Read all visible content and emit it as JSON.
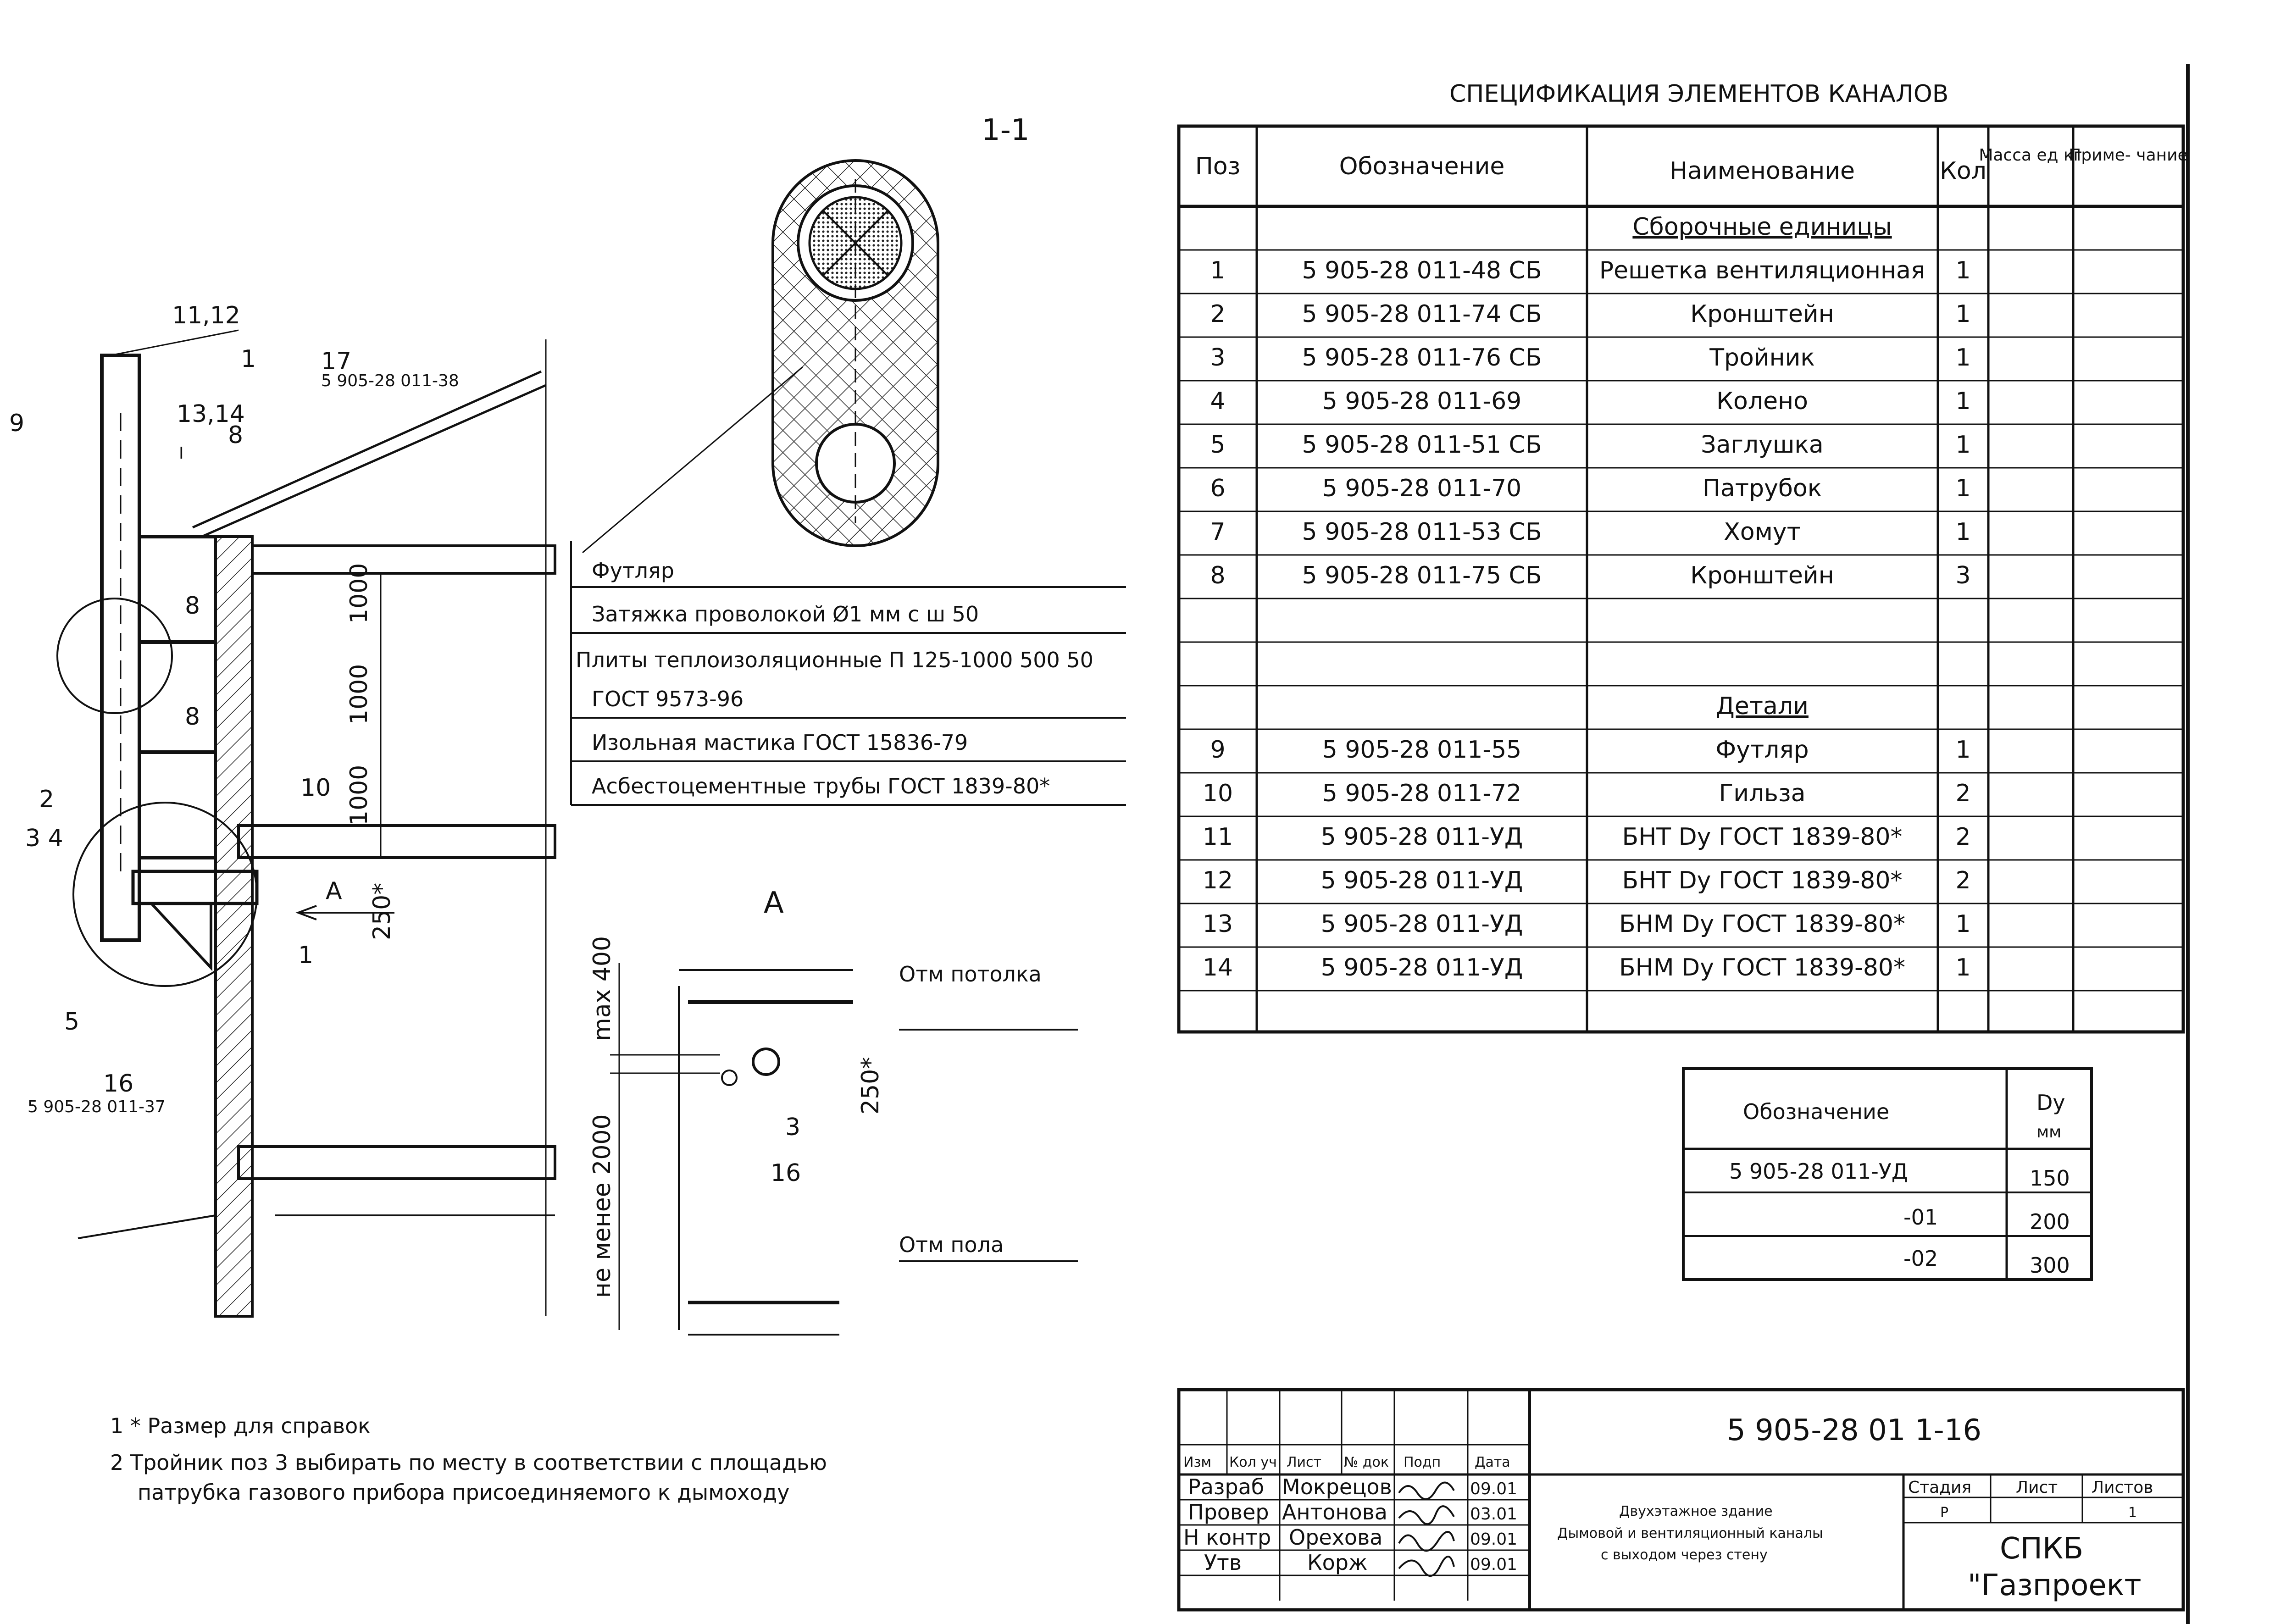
{
  "section_label": "1-1",
  "view_label": "A",
  "spec": {
    "title": "СПЕЦИФИКАЦИЯ ЭЛЕМЕНТОВ КАНАЛОВ",
    "headers": [
      "Поз",
      "Обозначение",
      "Наименование",
      "Кол",
      "Масса ед кг",
      "Приме- чание"
    ],
    "group_assembly": "Сборочные единицы",
    "group_details": "Детали",
    "rows": [
      {
        "pos": "1",
        "code": "5 905-28 011-48 СБ",
        "name": "Решетка вентиляционная",
        "qty": "1"
      },
      {
        "pos": "2",
        "code": "5 905-28 011-74 СБ",
        "name": "Кронштейн",
        "qty": "1"
      },
      {
        "pos": "3",
        "code": "5 905-28 011-76 СБ",
        "name": "Тройник",
        "qty": "1"
      },
      {
        "pos": "4",
        "code": "5 905-28 011-69",
        "name": "Колено",
        "qty": "1"
      },
      {
        "pos": "5",
        "code": "5 905-28 011-51 СБ",
        "name": "Заглушка",
        "qty": "1"
      },
      {
        "pos": "6",
        "code": "5 905-28 011-70",
        "name": "Патрубок",
        "qty": "1"
      },
      {
        "pos": "7",
        "code": "5 905-28 011-53 СБ",
        "name": "Хомут",
        "qty": "1"
      },
      {
        "pos": "8",
        "code": "5 905-28 011-75 СБ",
        "name": "Кронштейн",
        "qty": "3"
      }
    ],
    "detail_rows": [
      {
        "pos": "9",
        "code": "5 905-28 011-55",
        "name": "Футляр",
        "qty": "1"
      },
      {
        "pos": "10",
        "code": "5 905-28 011-72",
        "name": "Гильза",
        "qty": "2"
      },
      {
        "pos": "11",
        "code": "5 905-28 011-УД",
        "name": "БНТ Dy ГОСТ 1839-80*",
        "qty": "2"
      },
      {
        "pos": "12",
        "code": "5 905-28 011-УД",
        "name": "БНТ Dy ГОСТ 1839-80*",
        "qty": "2"
      },
      {
        "pos": "13",
        "code": "5 905-28 011-УД",
        "name": "БНМ Dy ГОСТ 1839-80*",
        "qty": "1"
      },
      {
        "pos": "14",
        "code": "5 905-28 011-УД",
        "name": "БНМ Dy ГОСТ 1839-80*",
        "qty": "1"
      }
    ]
  },
  "dy_table": {
    "header_code": "Обозначение",
    "header_dy": "Dy",
    "header_unit": "мм",
    "rows": [
      {
        "code": "5 905-28 011-УД",
        "dy": "150"
      },
      {
        "code": "-01",
        "dy": "200"
      },
      {
        "code": "-02",
        "dy": "300"
      }
    ]
  },
  "layers": [
    "Футляр",
    "Затяжка проволокой Ø1 мм с ш 50",
    "Плиты теплоизоляционные П 125-1000 500 50",
    "ГОСТ 9573-96",
    "Изольная мастика ГОСТ 15836-79",
    "Асбестоцементные трубы ГОСТ 1839-80*"
  ],
  "section_callouts": {
    "c1112": "11,12",
    "c1314": "13,14",
    "c17": "17",
    "c17_code": "5 905-28 011-38",
    "c8a": "8",
    "c8b": "8",
    "c8c": "8",
    "c9": "9",
    "c2": "2",
    "c34": "3 4",
    "c10": "10",
    "c5": "5",
    "c16": "16",
    "c16_code": "5 905-28 011-37",
    "c1": "1",
    "c1arrow": "1",
    "cI": "I",
    "dim1000a": "1000",
    "dim1000b": "1000",
    "dim1000c": "1000",
    "dim250": "250*",
    "arrowA": "A"
  },
  "view_a": {
    "ceiling": "Отм потолка",
    "floor": "Отм пола",
    "max400": "max 400",
    "min2000": "не менее 2000",
    "dim250": "250*",
    "c3": "3",
    "c16": "16"
  },
  "notes": [
    "1  * Размер для справок",
    "2  Тройник поз 3 выбирать по месту в соответствии с площадью",
    "патрубка газового прибора присоединяемого к дымоходу"
  ],
  "title_block": {
    "doc_code": "5 905-28 01 1-16",
    "col_headers": [
      "Изм",
      "Кол уч",
      "Лист",
      "№ док",
      "Подп",
      "Дата"
    ],
    "people": [
      {
        "role": "Разраб",
        "name": "Мокрецов",
        "date": "09.01"
      },
      {
        "role": "Провер",
        "name": "Антонова",
        "date": "03.01"
      },
      {
        "role": "Н контр",
        "name": "Орехова",
        "date": "09.01"
      },
      {
        "role": "Утв",
        "name": "Корж",
        "date": "09.01"
      }
    ],
    "description": [
      "Двухэтажное здание",
      "Дымовой и вентиляционный каналы",
      "с выходом через стену"
    ],
    "stage_headers": [
      "Стадия",
      "Лист",
      "Листов"
    ],
    "stage_values": [
      "Р",
      "",
      "1"
    ],
    "org": [
      "СПКБ",
      "\"Газпроект"
    ]
  }
}
